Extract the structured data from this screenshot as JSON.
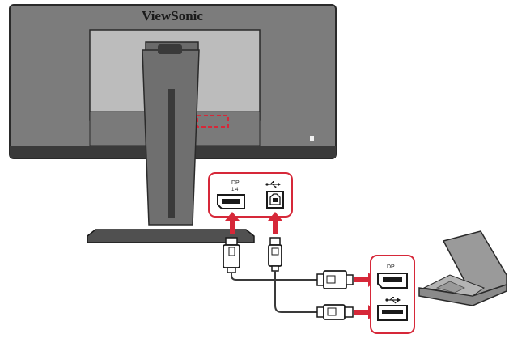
{
  "brand": "ViewSonic",
  "port_labels": {
    "monitor_dp": "DP",
    "monitor_dp_sub": "1.4",
    "laptop_dp": "DP"
  },
  "colors": {
    "accent": "#d62839",
    "monitor_body": "#7c7c7c",
    "panel": "#bcbcbc",
    "bezel": "#3a3a3a",
    "cable": "#3a3a3a"
  },
  "icons": [
    "usb-icon",
    "displayport-icon",
    "usb-b-port-icon",
    "usb-a-port-icon",
    "laptop-icon"
  ]
}
